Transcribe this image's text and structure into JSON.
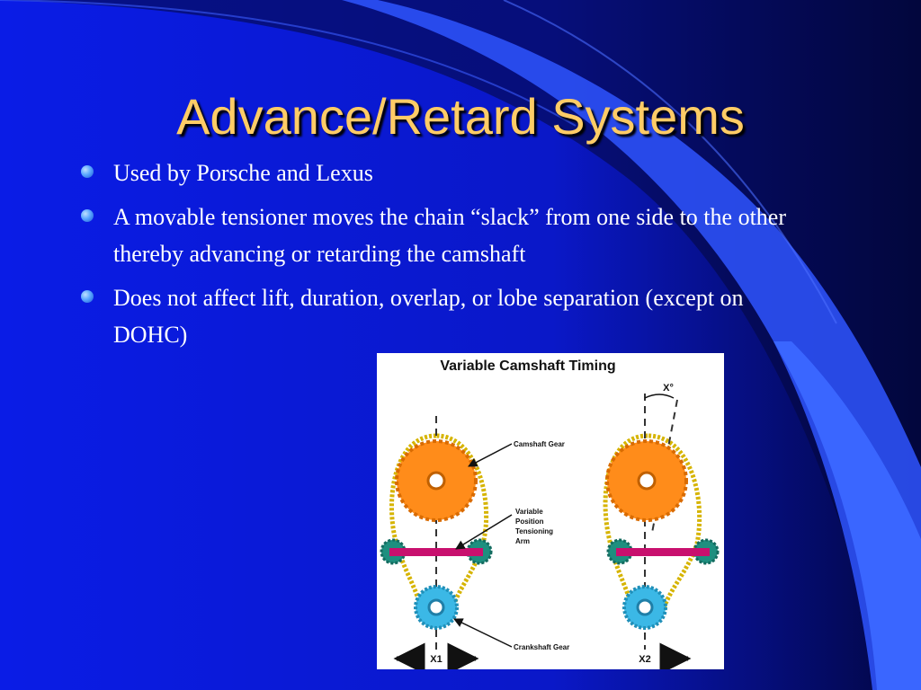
{
  "slide": {
    "title": "Advance/Retard Systems",
    "bullets": [
      "Used by Porsche and Lexus",
      "A movable tensioner moves the chain “slack” from one side to the other thereby advancing or retarding the camshaft",
      "Does not affect lift, duration, overlap, or lobe separation (except on DOHC)"
    ]
  },
  "diagram": {
    "title": "Variable Camshaft Timing",
    "labels": {
      "camshaft_gear": "Camshaft Gear",
      "tensioning_arm": [
        "Variable",
        "Position",
        "Tensioning",
        "Arm"
      ],
      "crankshaft_gear": "Crankshaft Gear",
      "x1": "X1",
      "x2": "X2",
      "x_angle": "X°"
    }
  },
  "colors": {
    "background": "#0a1ce0",
    "title": "#ffcc66",
    "body_text": "#ffffff",
    "cam_gear": "#ff8c1a",
    "crank_gear": "#3bb8e6",
    "tensioner_sprocket": "#1e8f7f",
    "tensioning_arm": "#c8106e",
    "chain": "#d6b400"
  }
}
